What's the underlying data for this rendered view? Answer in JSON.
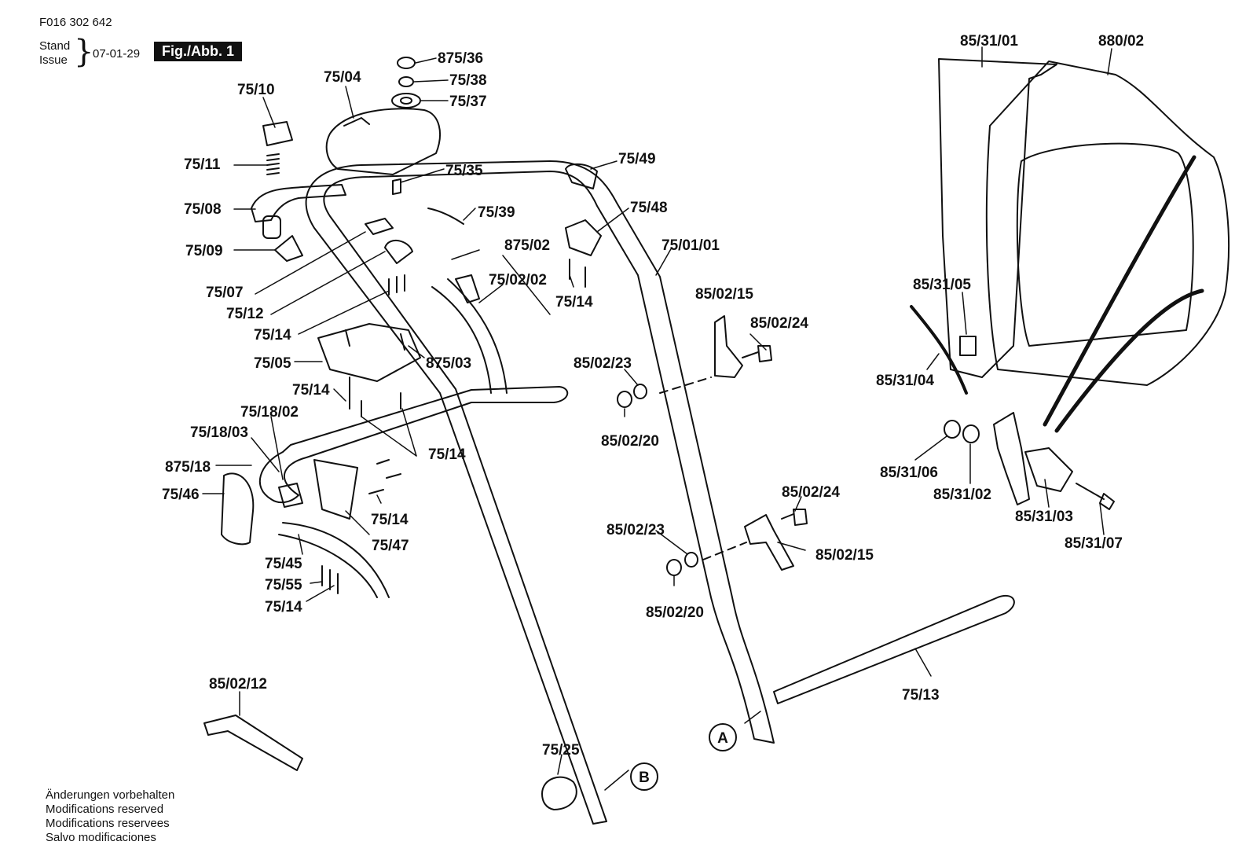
{
  "header": {
    "doc_id": "F016 302 642",
    "stand": "Stand",
    "issue": "Issue",
    "date": "07-01-29",
    "fig": "Fig./Abb. 1"
  },
  "footer": {
    "lines": [
      "Änderungen vorbehalten",
      "Modifications reserved",
      "Modifications reservees",
      "Salvo modificaciones"
    ]
  },
  "callouts": {
    "A": "A",
    "B": "B"
  },
  "parts": [
    {
      "id": "p1",
      "label": "875/36"
    },
    {
      "id": "p2",
      "label": "75/38"
    },
    {
      "id": "p3",
      "label": "75/37"
    },
    {
      "id": "p4",
      "label": "75/04"
    },
    {
      "id": "p5",
      "label": "75/10"
    },
    {
      "id": "p6",
      "label": "75/11"
    },
    {
      "id": "p7",
      "label": "75/08"
    },
    {
      "id": "p8",
      "label": "75/09"
    },
    {
      "id": "p9",
      "label": "75/35"
    },
    {
      "id": "p10",
      "label": "75/49"
    },
    {
      "id": "p11",
      "label": "75/39"
    },
    {
      "id": "p12",
      "label": "75/48"
    },
    {
      "id": "p13",
      "label": "875/02"
    },
    {
      "id": "p14",
      "label": "75/01/01"
    },
    {
      "id": "p15",
      "label": "75/07"
    },
    {
      "id": "p16",
      "label": "75/02/02"
    },
    {
      "id": "p17",
      "label": "75/12"
    },
    {
      "id": "p18",
      "label": "75/14"
    },
    {
      "id": "p19",
      "label": "75/14"
    },
    {
      "id": "p20",
      "label": "75/05"
    },
    {
      "id": "p21",
      "label": "875/03"
    },
    {
      "id": "p22",
      "label": "75/14"
    },
    {
      "id": "p23",
      "label": "75/18/02"
    },
    {
      "id": "p24",
      "label": "75/18/03"
    },
    {
      "id": "p25",
      "label": "75/14"
    },
    {
      "id": "p26",
      "label": "875/18"
    },
    {
      "id": "p27",
      "label": "75/46"
    },
    {
      "id": "p28",
      "label": "75/14"
    },
    {
      "id": "p29",
      "label": "75/47"
    },
    {
      "id": "p30",
      "label": "75/45"
    },
    {
      "id": "p31",
      "label": "75/55"
    },
    {
      "id": "p32",
      "label": "75/14"
    },
    {
      "id": "p33",
      "label": "85/02/15"
    },
    {
      "id": "p34",
      "label": "85/02/24"
    },
    {
      "id": "p35",
      "label": "85/02/23"
    },
    {
      "id": "p36",
      "label": "85/02/20"
    },
    {
      "id": "p37",
      "label": "85/02/24"
    },
    {
      "id": "p38",
      "label": "85/02/23"
    },
    {
      "id": "p39",
      "label": "85/02/15"
    },
    {
      "id": "p40",
      "label": "85/02/20"
    },
    {
      "id": "p41",
      "label": "85/02/12"
    },
    {
      "id": "p42",
      "label": "75/25"
    },
    {
      "id": "p43",
      "label": "75/13"
    },
    {
      "id": "p44",
      "label": "85/31/01"
    },
    {
      "id": "p45",
      "label": "880/02"
    },
    {
      "id": "p46",
      "label": "85/31/05"
    },
    {
      "id": "p47",
      "label": "85/31/04"
    },
    {
      "id": "p48",
      "label": "85/31/06"
    },
    {
      "id": "p49",
      "label": "85/31/02"
    },
    {
      "id": "p50",
      "label": "85/31/03"
    },
    {
      "id": "p51",
      "label": "85/31/07"
    }
  ]
}
